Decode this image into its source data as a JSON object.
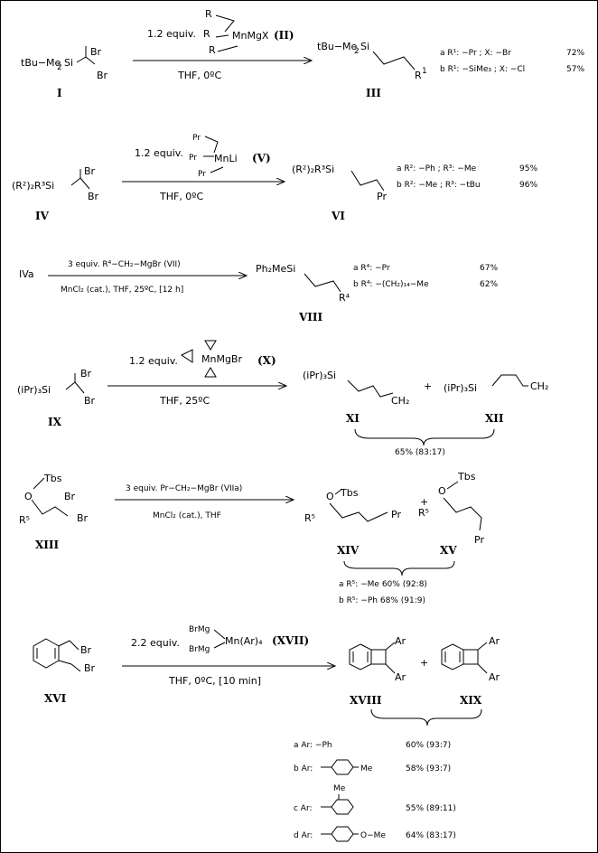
{
  "rows": [
    {
      "id": "r1",
      "sm": {
        "label": "I",
        "left": "tBu−Me",
        "mid": "Si",
        "br1": "Br",
        "br2": "Br",
        "sub": "2"
      },
      "reagent": {
        "line1": "1.2 equiv.",
        "r1": "R",
        "mgx": "MnMgX",
        "label": "(II)"
      },
      "cond": "THF,   0ºC",
      "prod": {
        "label": "III",
        "text": "tBu−Me",
        "si": "Si",
        "r": "R",
        "sup": "1"
      },
      "results": [
        {
          "key": "a",
          "text": "a R¹: −Pr ; X: −Br",
          "yield": "72%"
        },
        {
          "key": "b",
          "text": "b R¹: −SiMe₃ ; X: −Cl",
          "yield": "57%"
        }
      ]
    },
    {
      "id": "r2",
      "sm": {
        "label": "IV",
        "text": "(R²)₂R³Si",
        "br1": "Br",
        "br2": "Br"
      },
      "reagent": {
        "line1": "1.2 equiv.",
        "pr": "Pr",
        "mn": "MnLi",
        "label": "(V)"
      },
      "cond": "THF,   0ºC",
      "prod": {
        "label": "VI",
        "text": "(R²)₂R³Si",
        "pr": "Pr"
      },
      "results": [
        {
          "key": "a",
          "text": "a R²: −Ph ; R³: −Me",
          "yield": "95%"
        },
        {
          "key": "b",
          "text": "b R²: −Me ; R³: −tBu",
          "yield": "96%"
        }
      ]
    },
    {
      "id": "r3",
      "sm": {
        "label": "IVa"
      },
      "reagent": {
        "line1": "3 equiv. R⁴−CH₂−MgBr   (VII)"
      },
      "cond": "MnCl₂ (cat.), THF,  25ºC, [12 h]",
      "prod": {
        "label": "VIII",
        "text": "Ph₂MeSi",
        "r": "R⁴"
      },
      "results": [
        {
          "key": "a",
          "text": "a R⁴: −Pr",
          "yield": "67%"
        },
        {
          "key": "b",
          "text": "b R⁴: −(CH₂)₁₄−Me",
          "yield": "62%"
        }
      ]
    },
    {
      "id": "r4",
      "sm": {
        "label": "IX",
        "text": "(iPr)₃Si",
        "br1": "Br",
        "br2": "Br"
      },
      "reagent": {
        "line1": "1.2 equiv.",
        "mn": "MnMgBr",
        "label": "(X)"
      },
      "cond": "THF,  25ºC",
      "prod": {
        "label1": "XI",
        "label2": "XII",
        "text1": "(iPr)₃Si",
        "ch2a": "CH₂",
        "plus": "+",
        "text2": "(iPr)₃Si",
        "ch2b": "CH₂"
      },
      "results": [
        {
          "key": "a",
          "text": "65% (83:17)",
          "yield": ""
        }
      ]
    },
    {
      "id": "r5",
      "sm": {
        "label": "XIII",
        "tbs": "Tbs",
        "o": "O",
        "br1": "Br",
        "br2": "Br",
        "r5": "R⁵"
      },
      "reagent": {
        "line1": "3 equiv.  Pr−CH₂−MgBr   (VIIa)"
      },
      "cond": "MnCl₂ (cat.), THF",
      "prod": {
        "label1": "XIV",
        "label2": "XV",
        "tbs": "Tbs",
        "o": "O",
        "r5": "R⁵",
        "pr": "Pr",
        "plus": "+"
      },
      "results": [
        {
          "key": "a",
          "text": "a R⁵: −Me   60% (92:8)",
          "yield": ""
        },
        {
          "key": "b",
          "text": "b R⁵: −Ph   68% (91:9)",
          "yield": ""
        }
      ]
    },
    {
      "id": "r6",
      "sm": {
        "label": "XVI",
        "br1": "Br",
        "br2": "Br"
      },
      "reagent": {
        "line1": "2.2 equiv.",
        "brmg1": "BrMg",
        "brmg2": "BrMg",
        "mn": "Mn(Ar)₄",
        "label": "(XVII)"
      },
      "cond": "THF,   0ºC,  [10 min]",
      "prod": {
        "label1": "XVIII",
        "label2": "XIX",
        "ar": "Ar",
        "plus": "+"
      },
      "results": [
        {
          "key": "a",
          "text": "a Ar: −Ph",
          "yield": "60% (93:7)"
        },
        {
          "key": "b",
          "text": "b Ar:",
          "yield": "58% (93:7)",
          "sub": "Me"
        },
        {
          "key": "c",
          "text": "c Ar:",
          "yield": "55% (89:11)",
          "sub": "Me"
        },
        {
          "key": "d",
          "text": "d Ar:",
          "yield": "64% (83:17)",
          "sub": "O−Me"
        }
      ]
    }
  ]
}
